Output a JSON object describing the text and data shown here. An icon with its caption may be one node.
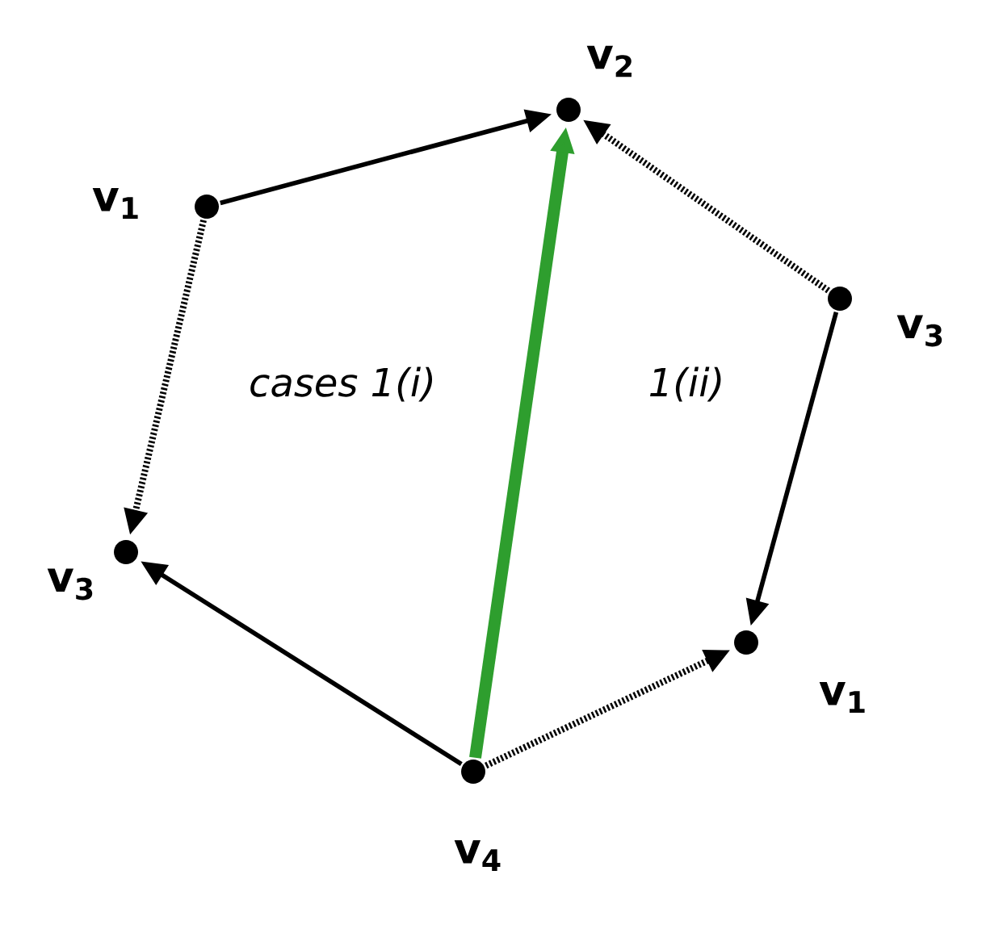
{
  "diagram": {
    "nodes": [
      {
        "text": [],
        "shape": "circle",
        "beside": [
          "v$_{2}$"
        ]
      },
      {
        "text": [],
        "shape": "circle",
        "beside": [
          "v$_{1}$"
        ]
      },
      {
        "text": [],
        "shape": "circle",
        "beside": [
          "v$_{3}$"
        ]
      },
      {
        "text": [],
        "shape": "circle",
        "beside": [
          "v$_{3}$"
        ]
      },
      {
        "text": [],
        "shape": "circle",
        "beside": [
          "v$_{1}$"
        ]
      },
      {
        "text": [],
        "shape": "circle",
        "beside": [
          "v$_{4}$"
        ]
      }
    ],
    "edges": [
      {
        "from": 1,
        "to": 0,
        "arrow": "to"
      },
      {
        "from": 5,
        "to": 0,
        "arrow": "to",
        "style": "thick",
        "color": "#2e9e2e"
      },
      {
        "from": 2,
        "to": 0,
        "arrow": "to",
        "style": "dashed"
      },
      {
        "from": 1,
        "to": 3,
        "arrow": "to",
        "style": "dashed"
      },
      {
        "from": 2,
        "to": 4,
        "arrow": "to"
      },
      {
        "from": 5,
        "to": 3,
        "arrow": "to"
      },
      {
        "from": 5,
        "to": 4,
        "arrow": "to",
        "style": "dashed"
      }
    ],
    "labels": [
      "cases 1(i)",
      "1(ii)"
    ]
  }
}
